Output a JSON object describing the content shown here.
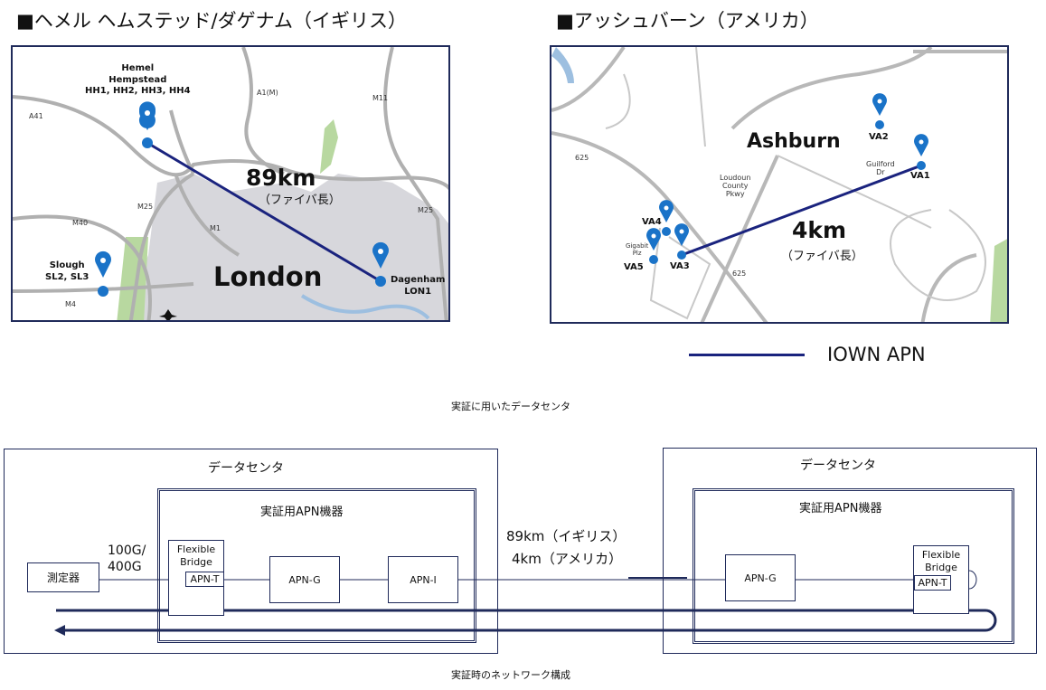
{
  "titles": {
    "uk": "■ヘメル ヘムステッド/ダゲナム（イギリス）",
    "us": "■アッシュバーン（アメリカ）"
  },
  "uk_map": {
    "city": "London",
    "distance": "89km",
    "distance_note": "（ファイバ長）",
    "sites": [
      {
        "name": "Hemel\nHempstead\nHH1, HH2, HH3, HH4"
      },
      {
        "name": "Slough\nSL2, SL3"
      },
      {
        "name": "Dagenham\nLON1"
      }
    ],
    "roads": [
      "A41",
      "A1(M)",
      "M11",
      "M25",
      "M25",
      "M40",
      "M1",
      "M4"
    ]
  },
  "us_map": {
    "city": "Ashburn",
    "distance": "4km",
    "distance_note": "（ファイバ長）",
    "sites": [
      "VA1",
      "VA2",
      "VA3",
      "VA4",
      "VA5"
    ],
    "streets": [
      "625",
      "625",
      "Loudoun\nCounty\nPkwy",
      "Guilford\nDr",
      "Gigabit\nPlz"
    ]
  },
  "legend": {
    "label": "IOWN APN",
    "color": "#1a237e"
  },
  "caption_top": "実証に用いたデータセンタ",
  "caption_bottom": "実証時のネットワーク構成",
  "network": {
    "dc_label": "データセンタ",
    "apn_label": "実証用APN機器",
    "tester": "測定器",
    "rate": "100G/\n400G",
    "flexible_bridge": "Flexible\nBridge",
    "apn_t": "APN-T",
    "apn_g": "APN-G",
    "apn_i": "APN-I",
    "span_uk": "89km（イギリス）",
    "span_us": "4km（アメリカ）"
  },
  "colors": {
    "navy": "#1a237e",
    "pin": "#1a73c8",
    "land": "#d7d7dc",
    "green": "#b8d8a0",
    "water": "#9dbfe0",
    "road": "#b0b0b0"
  }
}
